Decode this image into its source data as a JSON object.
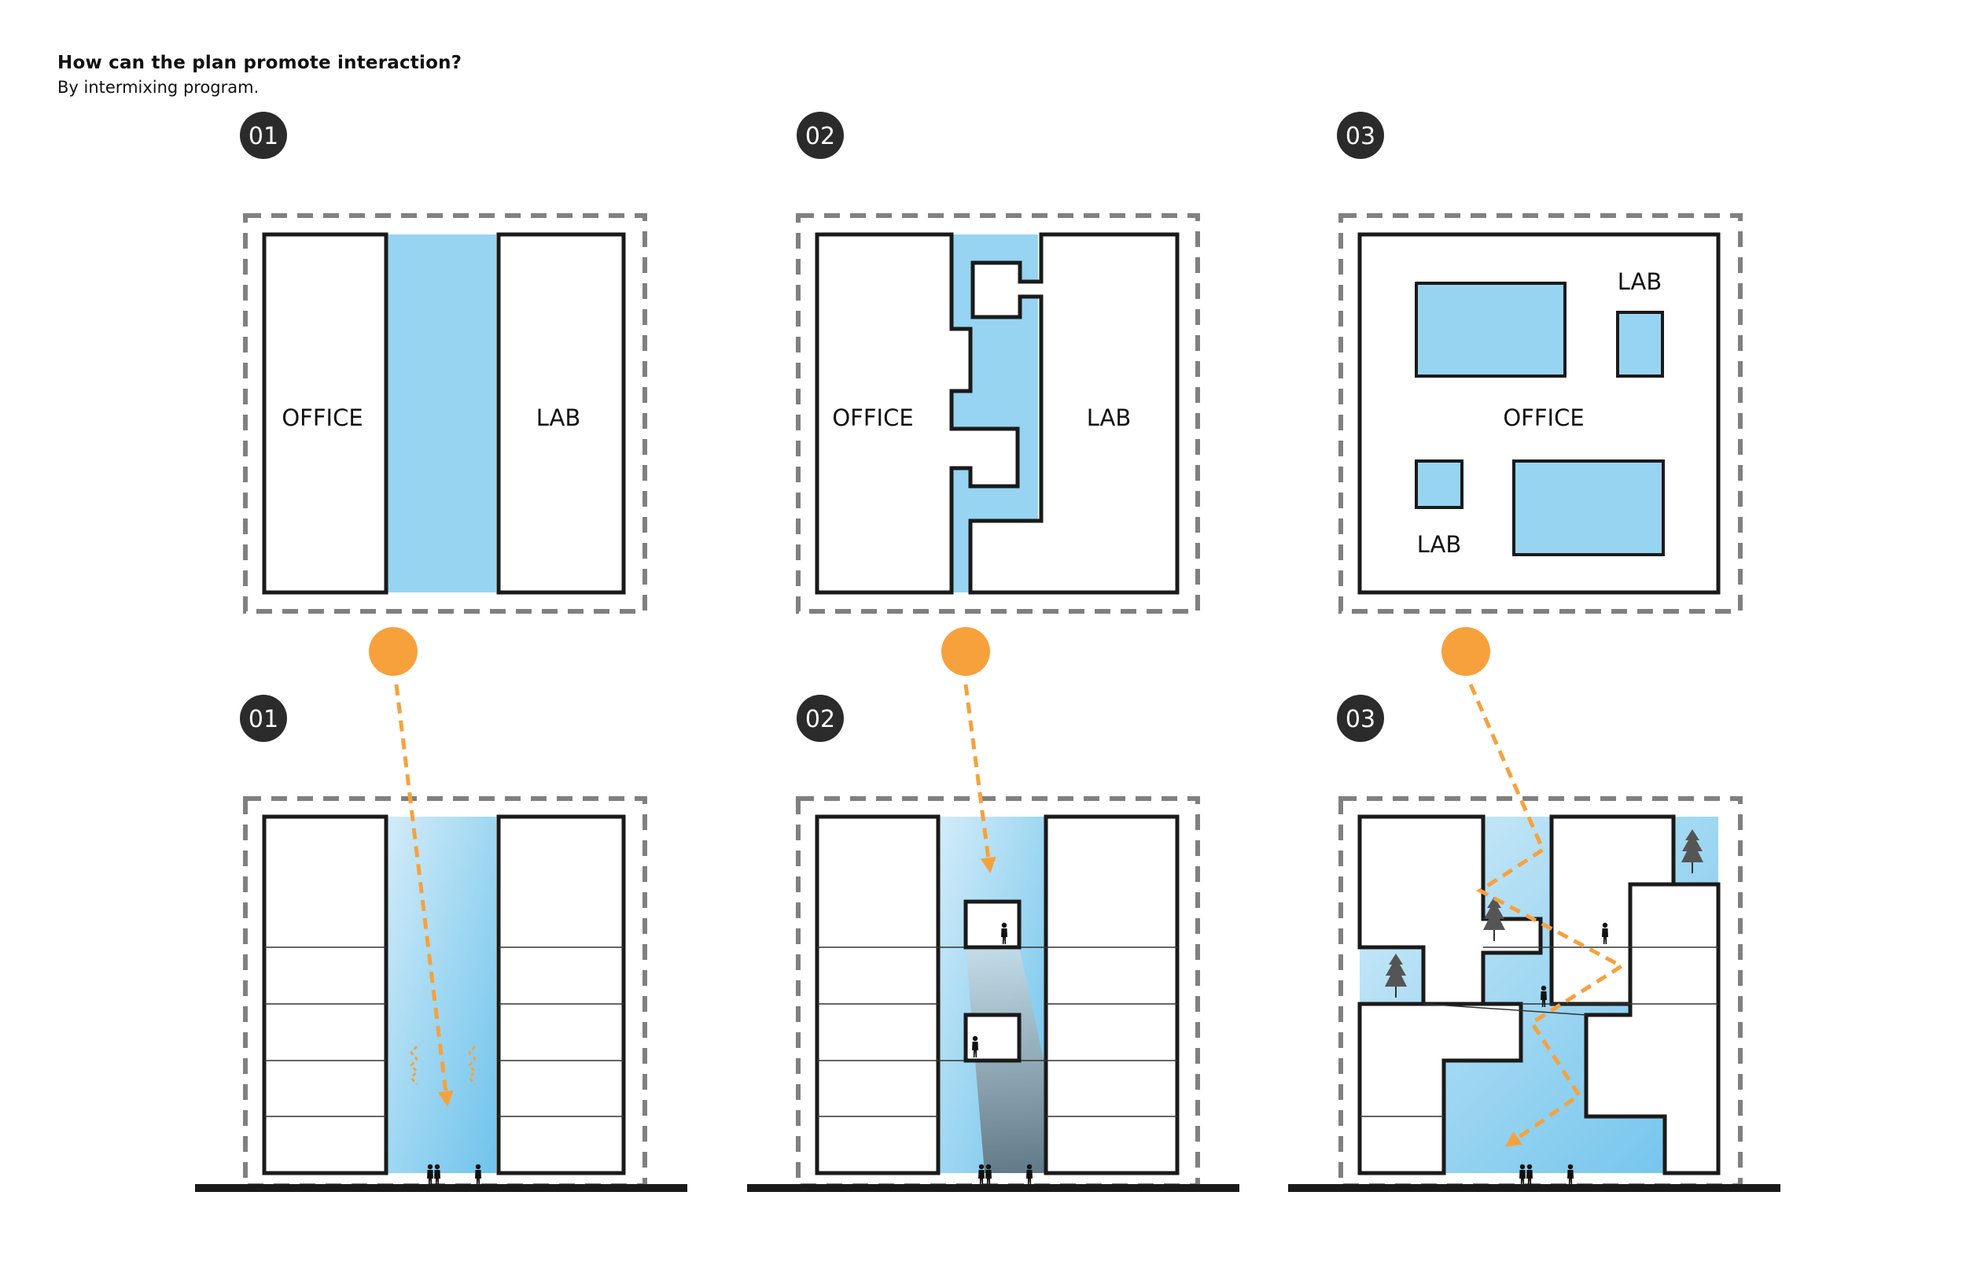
{
  "header": {
    "title": "How can the plan promote interaction?",
    "subtitle": "By intermixing program."
  },
  "plans": [
    {
      "badge": "01",
      "labels": [
        "OFFICE",
        "LAB"
      ]
    },
    {
      "badge": "02",
      "labels": [
        "OFFICE",
        "LAB"
      ]
    },
    {
      "badge": "03",
      "labels": [
        "LAB",
        "OFFICE",
        "LAB"
      ]
    }
  ],
  "sections": [
    {
      "badge": "01"
    },
    {
      "badge": "02"
    },
    {
      "badge": "03"
    }
  ],
  "colors": {
    "atrium": "#97d4f2",
    "light": "#f7a13c",
    "badge": "#2b2b2b",
    "dashed_boundary": "#808080",
    "outline": "#1a1a1a"
  },
  "icons": [
    "sun-icon",
    "light-arrow-icon",
    "person-icon",
    "tree-icon"
  ]
}
